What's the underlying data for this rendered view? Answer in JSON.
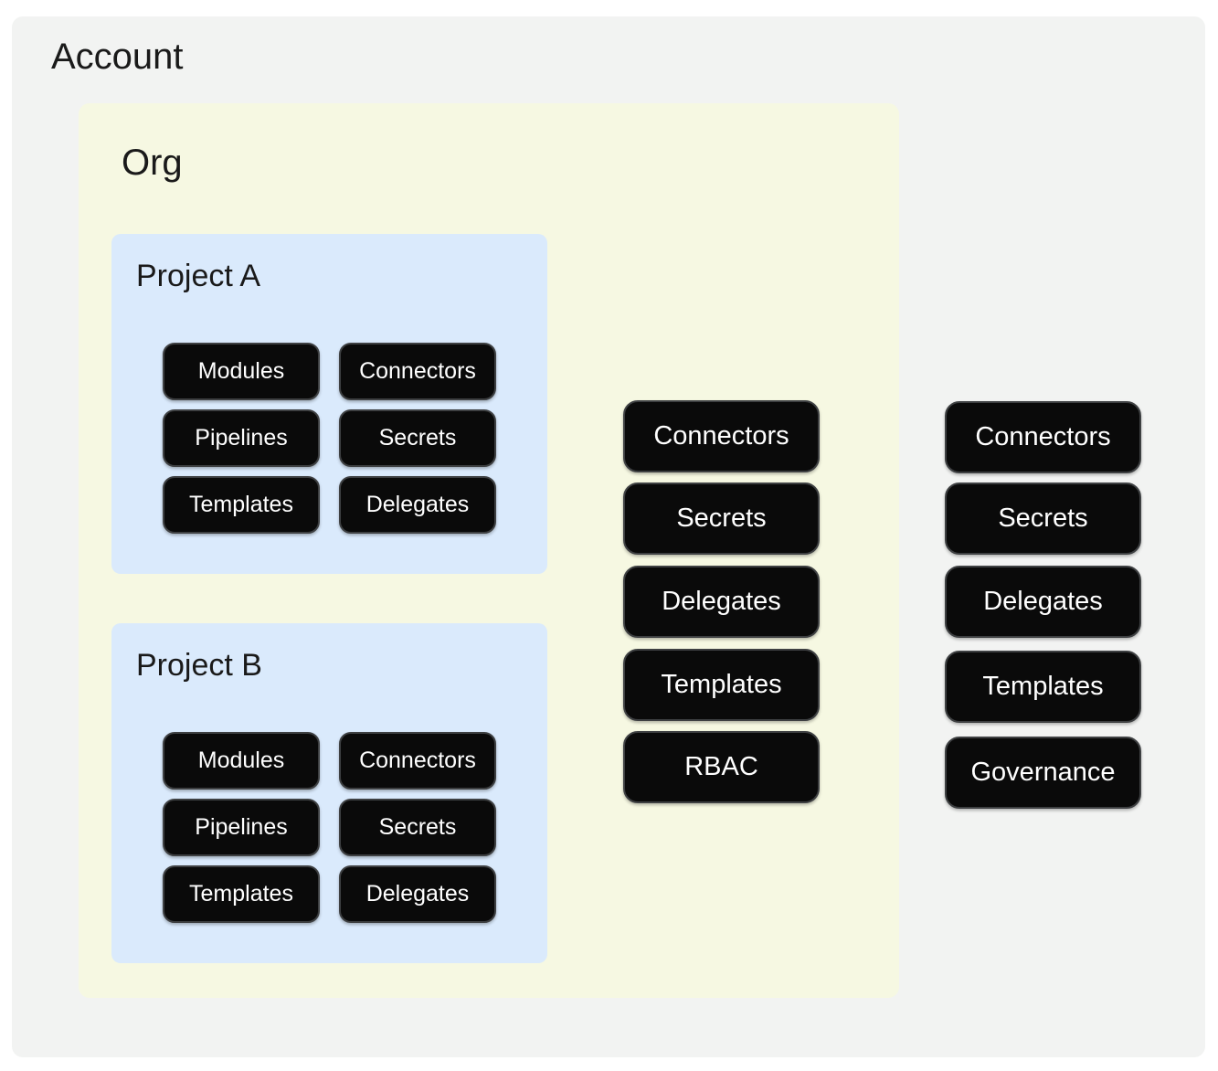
{
  "account": {
    "title": "Account",
    "buttons": [
      "Connectors",
      "Secrets",
      "Delegates",
      "Templates",
      "Governance"
    ]
  },
  "org": {
    "title": "Org",
    "buttons": [
      "Connectors",
      "Secrets",
      "Delegates",
      "Templates",
      "RBAC"
    ]
  },
  "projects": [
    {
      "title": "Project A",
      "buttons": [
        "Modules",
        "Connectors",
        "Pipelines",
        "Secrets",
        "Templates",
        "Delegates"
      ]
    },
    {
      "title": "Project B",
      "buttons": [
        "Modules",
        "Connectors",
        "Pipelines",
        "Secrets",
        "Templates",
        "Delegates"
      ]
    }
  ],
  "colors": {
    "account_bg": "#f2f3f2",
    "org_bg": "#f6f8e2",
    "project_bg": "#daeafc",
    "button_bg": "#0a0a0a",
    "button_border": "#3e4042",
    "button_text": "#ffffff",
    "title_text": "#1a1a1a"
  }
}
